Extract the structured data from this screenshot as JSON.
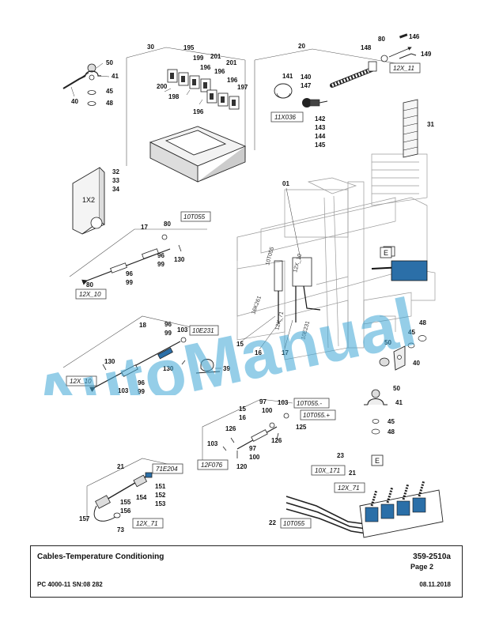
{
  "footer": {
    "title": "Cables-Temperature Conditioning",
    "code": "359-2510a",
    "page": "Page 2",
    "model": "PC 4000-11 SN:08 282",
    "date": "08.11.2018"
  },
  "watermark": {
    "text": "AutoManual",
    "color": "#3ea5d6"
  },
  "labels": {
    "n50a": "50",
    "n41a": "41",
    "n40a": "40",
    "n45a": "45",
    "n48a": "48",
    "n30": "30",
    "n195": "195",
    "n199": "199",
    "n201a": "201",
    "n201b": "201",
    "n196a": "196",
    "n196b": "196",
    "n196c": "196",
    "n196d": "196",
    "n200": "200",
    "n198": "198",
    "n197": "197",
    "n20": "20",
    "n80a": "80",
    "n146": "146",
    "n148": "148",
    "n149": "149",
    "n141": "141",
    "n140": "140",
    "n147": "147",
    "n142": "142",
    "n143": "143",
    "n144": "144",
    "n145": "145",
    "n31": "31",
    "n32": "32",
    "n33": "33",
    "n34": "34",
    "box1x2": "1X2",
    "n01": "01",
    "n17a": "17",
    "n80b": "80",
    "n96a": "96",
    "n99a": "99",
    "n130a": "130",
    "n80c": "80",
    "n96b": "96",
    "n99b": "99",
    "n18": "18",
    "n96c": "96",
    "n99c": "99",
    "n103a": "103",
    "n130b": "130",
    "n130c": "130",
    "n39": "39",
    "n96d": "96",
    "n99d": "99",
    "n103b": "103",
    "n15a": "15",
    "n16a": "16",
    "n17b": "17",
    "n45b": "45",
    "n48b": "48",
    "n50b": "50",
    "n40b": "40",
    "n50c": "50",
    "n41b": "41",
    "n45c": "45",
    "n48c": "48",
    "n97a": "97",
    "n15b": "15",
    "n16b": "16",
    "n100a": "100",
    "n103c": "103",
    "n126a": "126",
    "n126b": "126",
    "n125": "125",
    "n103d": "103",
    "n97b": "97",
    "n100b": "100",
    "n120": "120",
    "n21a": "21",
    "n151": "151",
    "n152": "152",
    "n153": "153",
    "n154": "154",
    "n155": "155",
    "n156": "156",
    "n157": "157",
    "n73": "73",
    "n23": "23",
    "n21b": "21",
    "n22": "22",
    "lblE1": "E",
    "lblE2": "E",
    "part10t055": "10T055",
    "part16k261": "16K261",
    "part12x10": "12X_10",
    "part12x71": "12X_71",
    "part10e231": "10E231"
  },
  "connectors": {
    "c12x11": "12X_11",
    "c11x036": "11X036",
    "c10t055a": "10T055",
    "c12x10a": "12X_10",
    "c10e231": "10E231",
    "c12x10b": "12X_10",
    "c10t055b": "10T055.-",
    "c10t055c": "10T055.+",
    "c12f076": "12F076",
    "c71e204": "71E204",
    "c12x71a": "12X_71",
    "c10x171": "10X_171",
    "c12x71b": "12X_71",
    "c10t055d": "10T055"
  }
}
